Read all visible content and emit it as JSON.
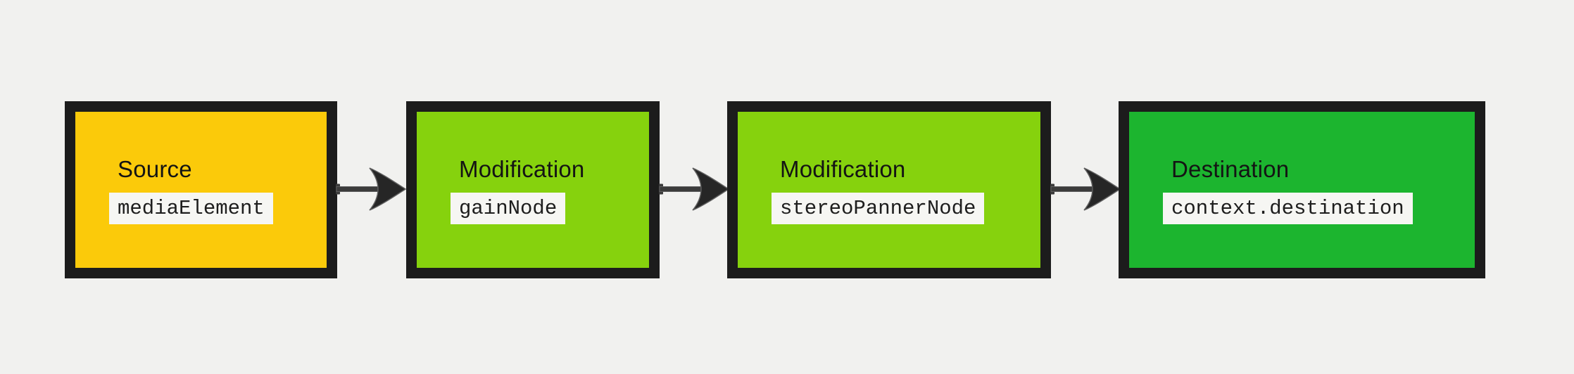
{
  "diagram_title": "audio-processing-graph",
  "colors": {
    "background": "#f1f1ef",
    "node_border": "#1c1c1c",
    "source_fill": "#fbca0a",
    "modification_fill": "#86d20d",
    "destination_fill": "#1cb52f",
    "code_label_bg": "#f6f6f3",
    "title_text": "#141414",
    "code_text": "#1d1d1d"
  },
  "arrow": {
    "shaft_color": "#3b3b3b",
    "head_color": "#262626",
    "outline_color": "#5e5e5e"
  },
  "nodes": [
    {
      "role": "Source",
      "label": "mediaElement",
      "fill": "#fbca0a"
    },
    {
      "role": "Modification",
      "label": "gainNode",
      "fill": "#86d20d"
    },
    {
      "role": "Modification",
      "label": "stereoPannerNode",
      "fill": "#86d20d"
    },
    {
      "role": "Destination",
      "label": "context.destination",
      "fill": "#1cb52f"
    }
  ]
}
